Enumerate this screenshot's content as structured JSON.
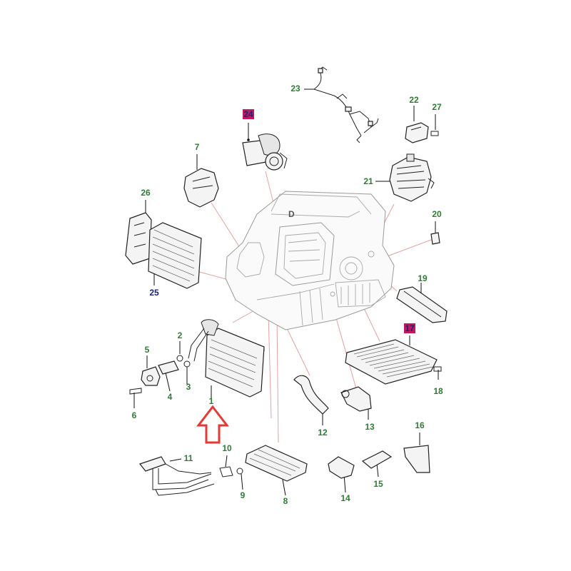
{
  "colors": {
    "callout_default": "#2e7d32",
    "callout_blue": "#1a237e",
    "highlight_box": "#c2185b",
    "highlight_text": "#1a237e",
    "arrow": "#e53935",
    "reference_lines": "#e8a0a0"
  },
  "assembly_marker": "D",
  "callouts": [
    {
      "id": "1",
      "style": "default"
    },
    {
      "id": "2",
      "style": "default"
    },
    {
      "id": "3",
      "style": "default"
    },
    {
      "id": "4",
      "style": "default"
    },
    {
      "id": "5",
      "style": "default"
    },
    {
      "id": "6",
      "style": "default"
    },
    {
      "id": "7",
      "style": "default"
    },
    {
      "id": "8",
      "style": "default"
    },
    {
      "id": "9",
      "style": "default"
    },
    {
      "id": "10",
      "style": "default"
    },
    {
      "id": "11",
      "style": "default"
    },
    {
      "id": "12",
      "style": "default"
    },
    {
      "id": "13",
      "style": "default"
    },
    {
      "id": "14",
      "style": "default"
    },
    {
      "id": "15",
      "style": "default"
    },
    {
      "id": "16",
      "style": "default"
    },
    {
      "id": "17",
      "style": "highlight"
    },
    {
      "id": "18",
      "style": "default"
    },
    {
      "id": "19",
      "style": "default"
    },
    {
      "id": "20",
      "style": "default"
    },
    {
      "id": "21",
      "style": "default"
    },
    {
      "id": "22",
      "style": "default"
    },
    {
      "id": "23",
      "style": "default"
    },
    {
      "id": "24",
      "style": "highlight"
    },
    {
      "id": "25",
      "style": "blue"
    },
    {
      "id": "26",
      "style": "default"
    },
    {
      "id": "27",
      "style": "default"
    }
  ]
}
